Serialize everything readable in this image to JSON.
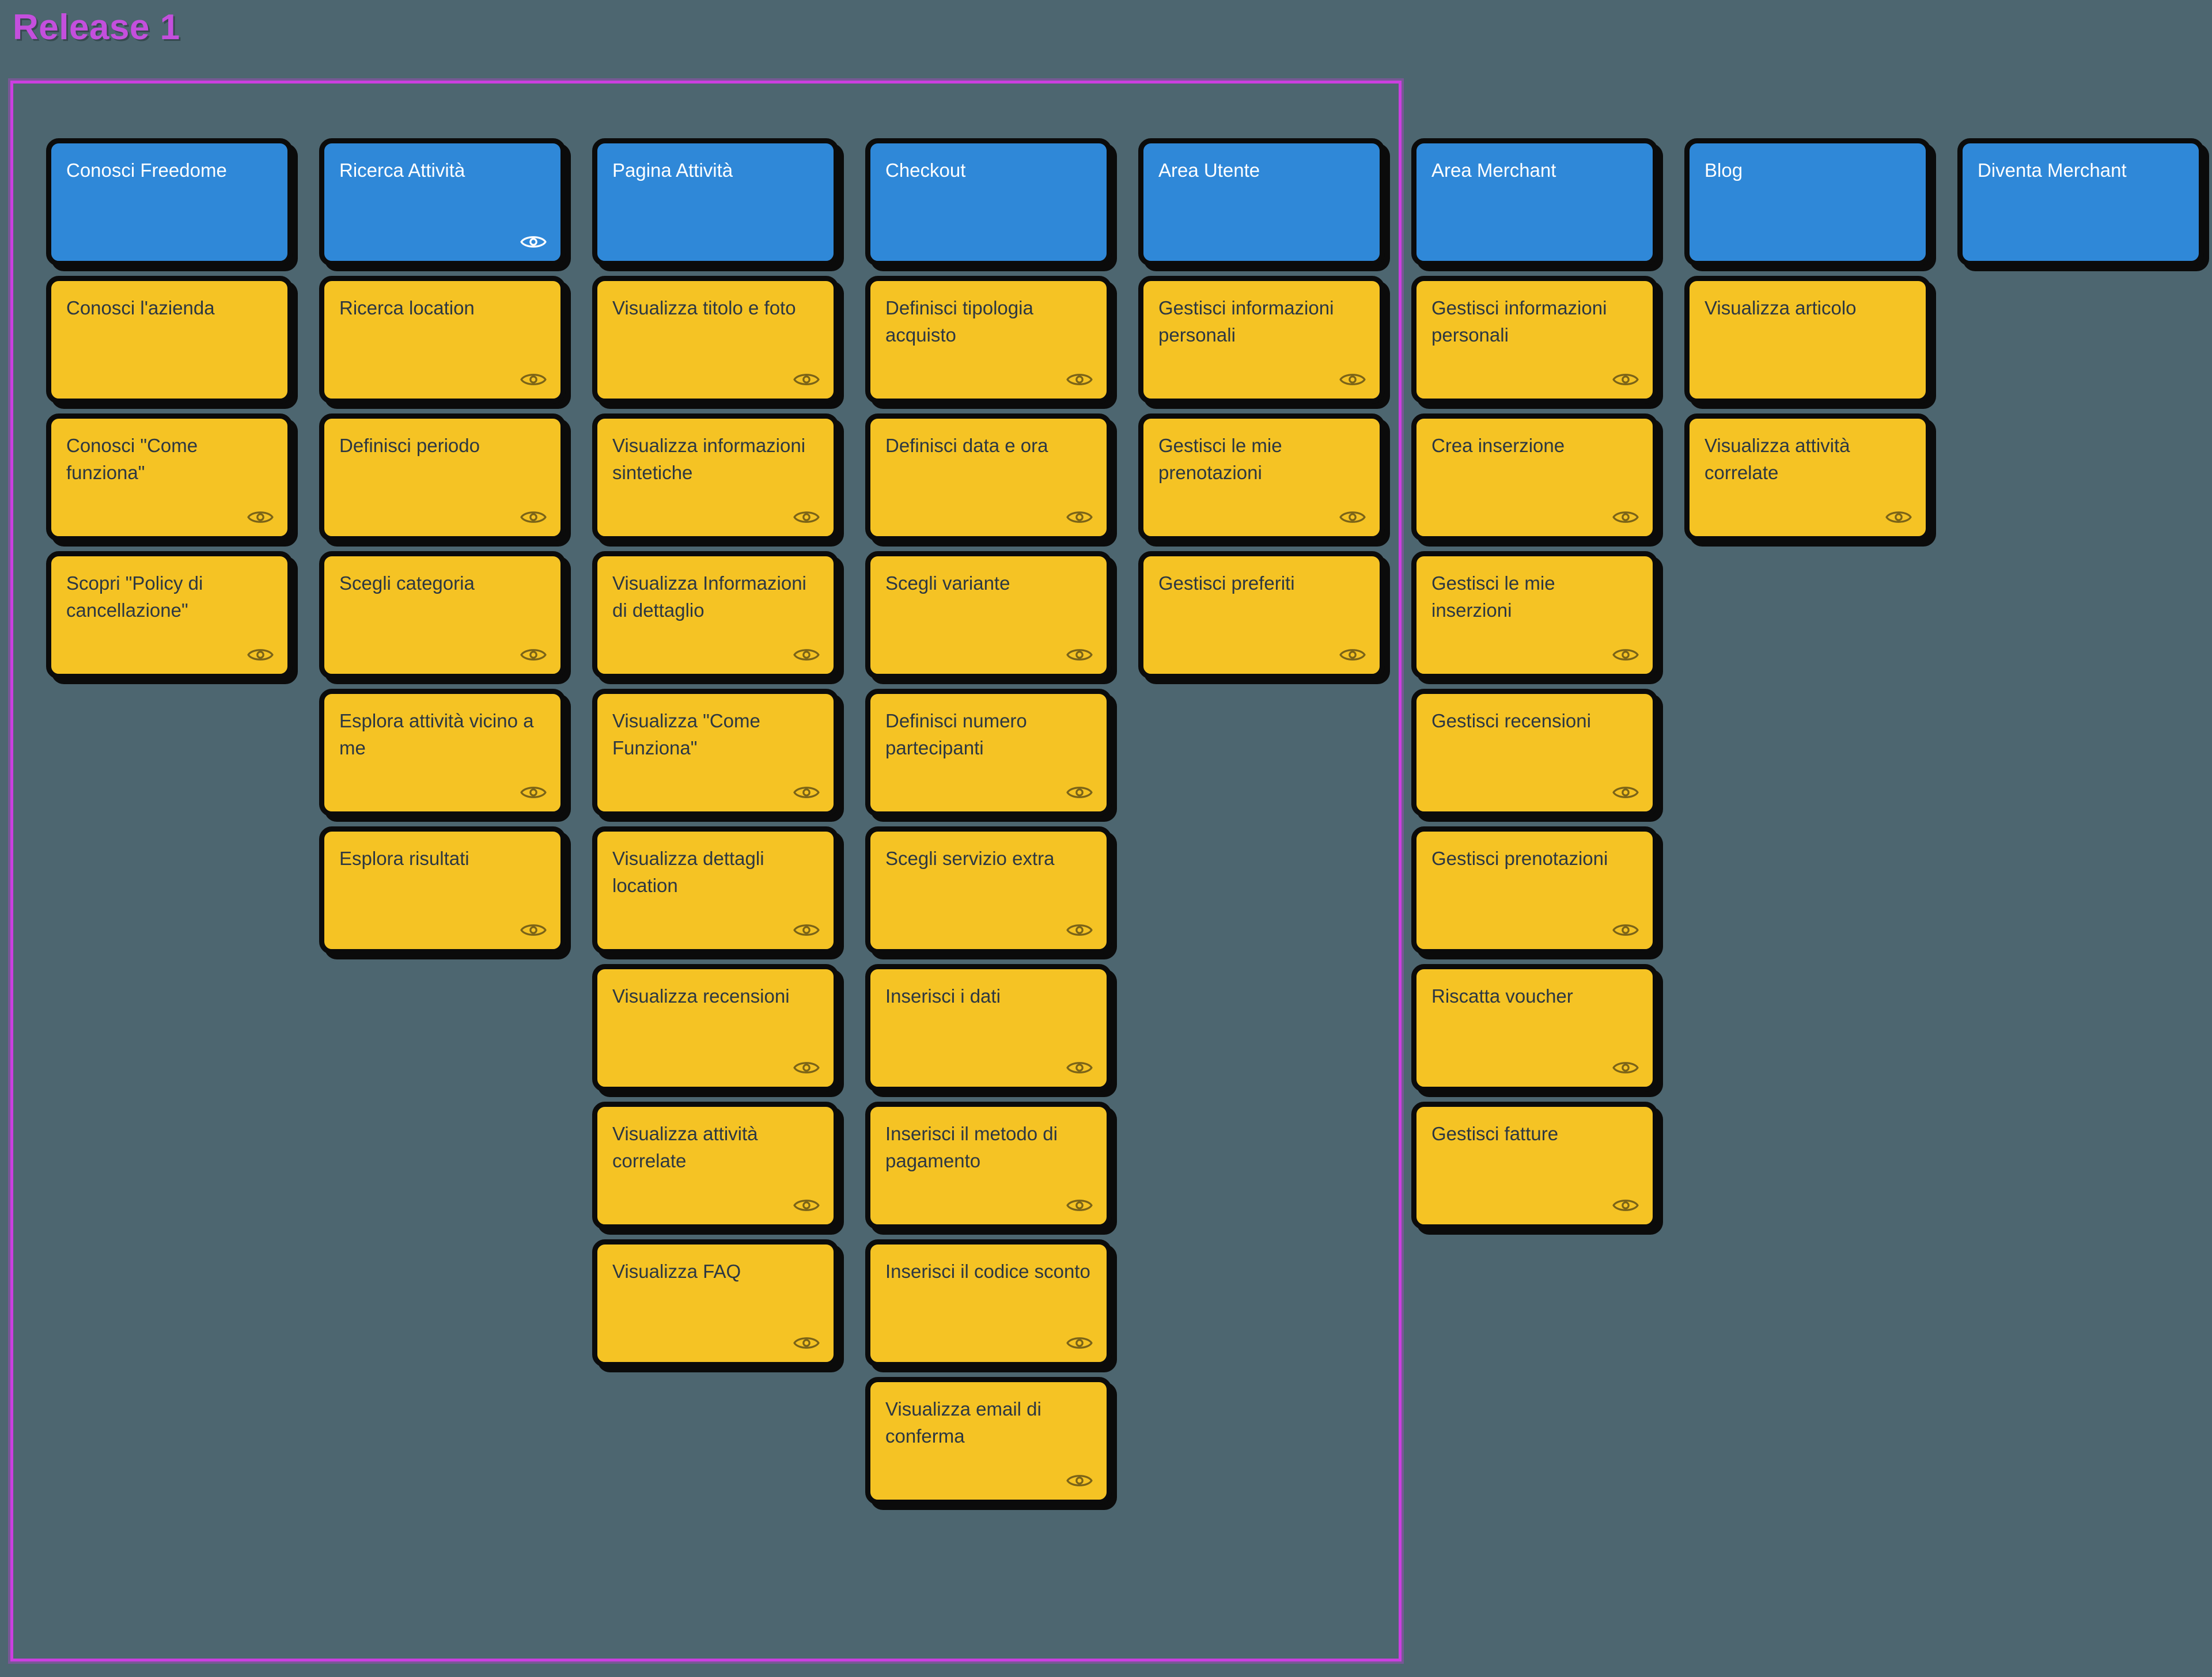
{
  "release": {
    "title": "Release 1",
    "frame_color": "#cb3fe0",
    "title_color": "#c44fdd"
  },
  "theme": {
    "background": "#4d6670",
    "header_card_bg": "#2f88d8",
    "header_card_text": "#ffffff",
    "story_card_bg": "#f5c324",
    "story_card_text": "#2c3742",
    "card_border": "#0b0b0b",
    "eye_icon_name": "eye-icon"
  },
  "board": {
    "columns": [
      {
        "header": {
          "label": "Conosci Freedome",
          "has_eye": false
        },
        "cards": [
          {
            "label": "Conosci l'azienda",
            "has_eye": false
          },
          {
            "label": "Conosci \"Come funziona\"",
            "has_eye": true
          },
          {
            "label": "Scopri \"Policy di cancellazione\"",
            "has_eye": true
          }
        ]
      },
      {
        "header": {
          "label": "Ricerca Attività",
          "has_eye": true
        },
        "cards": [
          {
            "label": "Ricerca location",
            "has_eye": true
          },
          {
            "label": "Definisci periodo",
            "has_eye": true
          },
          {
            "label": "Scegli categoria",
            "has_eye": true
          },
          {
            "label": "Esplora attività vicino a me",
            "has_eye": true
          },
          {
            "label": "Esplora risultati",
            "has_eye": true
          }
        ]
      },
      {
        "header": {
          "label": "Pagina Attività",
          "has_eye": false
        },
        "cards": [
          {
            "label": "Visualizza titolo e foto",
            "has_eye": true
          },
          {
            "label": "Visualizza informazioni sintetiche",
            "has_eye": true
          },
          {
            "label": "Visualizza Informazioni di dettaglio",
            "has_eye": true
          },
          {
            "label": "Visualizza \"Come Funziona\"",
            "has_eye": true
          },
          {
            "label": "Visualizza dettagli location",
            "has_eye": true
          },
          {
            "label": "Visualizza recensioni",
            "has_eye": true
          },
          {
            "label": "Visualizza attività correlate",
            "has_eye": true
          },
          {
            "label": "Visualizza FAQ",
            "has_eye": true
          }
        ]
      },
      {
        "header": {
          "label": "Checkout",
          "has_eye": false
        },
        "cards": [
          {
            "label": "Definisci tipologia acquisto",
            "has_eye": true
          },
          {
            "label": "Definisci data e ora",
            "has_eye": true
          },
          {
            "label": "Scegli variante",
            "has_eye": true
          },
          {
            "label": "Definisci numero partecipanti",
            "has_eye": true
          },
          {
            "label": "Scegli servizio extra",
            "has_eye": true
          },
          {
            "label": "Inserisci i dati",
            "has_eye": true
          },
          {
            "label": "Inserisci il metodo di pagamento",
            "has_eye": true
          },
          {
            "label": "Inserisci il codice sconto",
            "has_eye": true
          },
          {
            "label": "Visualizza email di conferma",
            "has_eye": true
          }
        ]
      },
      {
        "header": {
          "label": "Area Utente",
          "has_eye": false
        },
        "cards": [
          {
            "label": "Gestisci informazioni personali",
            "has_eye": true
          },
          {
            "label": "Gestisci le mie prenotazioni",
            "has_eye": true
          },
          {
            "label": "Gestisci preferiti",
            "has_eye": true
          }
        ]
      },
      {
        "header": {
          "label": "Area Merchant",
          "has_eye": false
        },
        "cards": [
          {
            "label": "Gestisci informazioni personali",
            "has_eye": true
          },
          {
            "label": "Crea inserzione",
            "has_eye": true
          },
          {
            "label": "Gestisci le mie inserzioni",
            "has_eye": true
          },
          {
            "label": "Gestisci recensioni",
            "has_eye": true
          },
          {
            "label": "Gestisci prenotazioni",
            "has_eye": true
          },
          {
            "label": "Riscatta voucher",
            "has_eye": true
          },
          {
            "label": "Gestisci fatture",
            "has_eye": true
          }
        ]
      },
      {
        "header": {
          "label": "Blog",
          "has_eye": false
        },
        "cards": [
          {
            "label": "Visualizza articolo",
            "has_eye": false
          },
          {
            "label": "Visualizza attività correlate",
            "has_eye": true
          }
        ]
      },
      {
        "header": {
          "label": "Diventa Merchant",
          "has_eye": false
        },
        "cards": []
      }
    ]
  }
}
